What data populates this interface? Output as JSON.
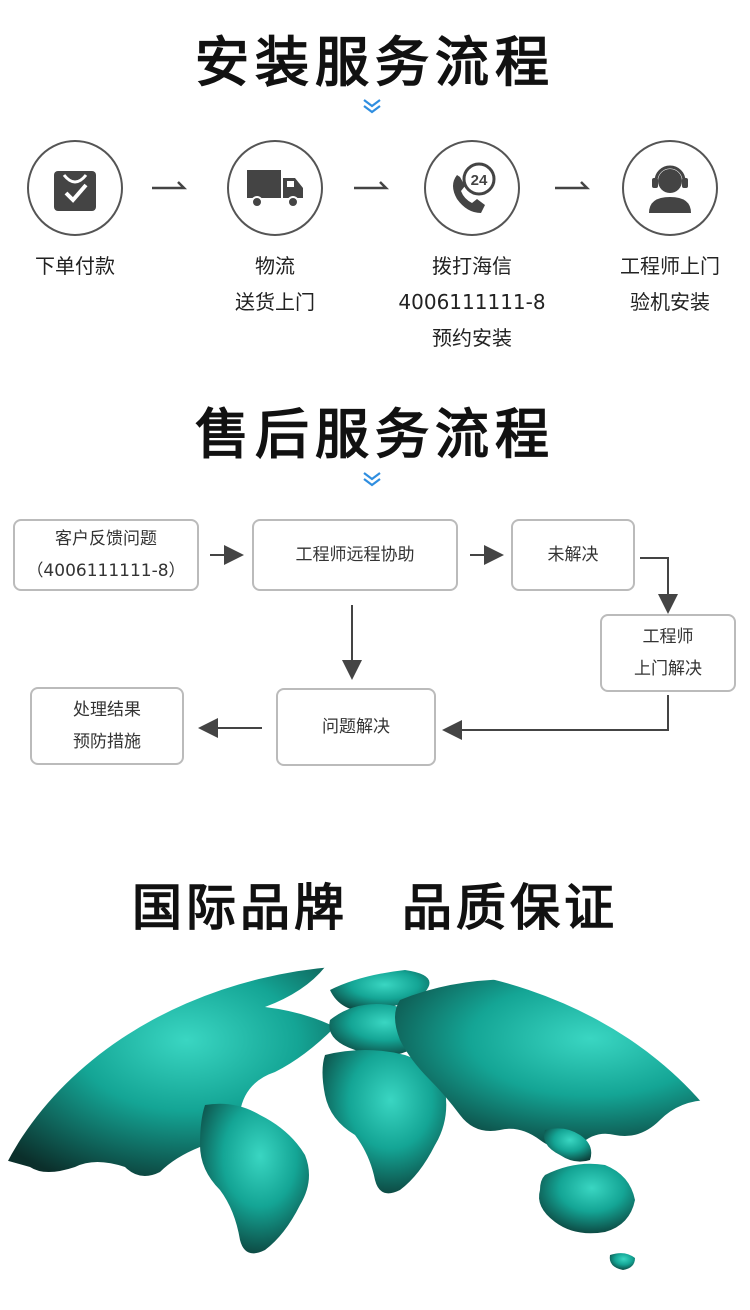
{
  "install": {
    "title": "安装服务流程",
    "steps": [
      {
        "icon": "shopping-bag-check-icon",
        "lines": [
          "下单付款"
        ]
      },
      {
        "icon": "delivery-truck-icon",
        "lines": [
          "物流",
          "送货上门"
        ]
      },
      {
        "icon": "phone-24-icon",
        "lines": [
          "拨打海信",
          "4006111111-8",
          "预约安装"
        ]
      },
      {
        "icon": "headset-agent-icon",
        "lines": [
          "工程师上门",
          "验机安装"
        ]
      }
    ]
  },
  "aftersales": {
    "title": "售后服务流程",
    "boxes": {
      "feedback": [
        "客户反馈问题",
        "（4006111111-8）"
      ],
      "remote": [
        "工程师远程协助"
      ],
      "unsolved": [
        "未解决"
      ],
      "onsite": [
        "工程师",
        "上门解决"
      ],
      "solved": [
        "问题解决"
      ],
      "result": [
        "处理结果",
        "预防措施"
      ]
    }
  },
  "brand": {
    "title": "国际品牌　品质保证",
    "image": "globe-world-map",
    "colors": {
      "teal": "#1aa89a",
      "dark": "#0d3b36"
    }
  },
  "colors": {
    "accent": "#2f8ee0",
    "text": "#222222",
    "border": "#bbbbbb"
  }
}
